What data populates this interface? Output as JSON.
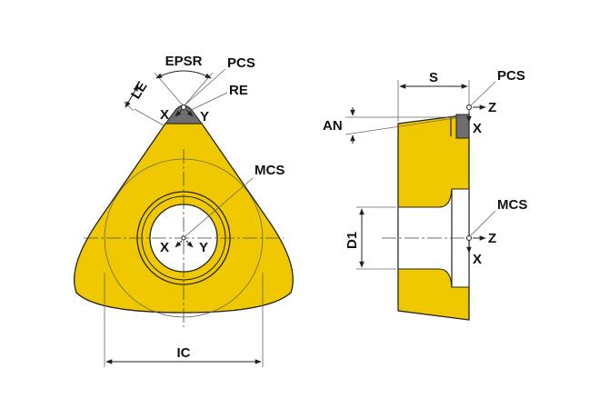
{
  "labels": {
    "epsr": "EPSR",
    "pcs_front": "PCS",
    "re": "RE",
    "le": "LE",
    "x_tip": "X",
    "y_tip": "Y",
    "mcs_front": "MCS",
    "x_center": "X",
    "y_center": "Y",
    "ic": "IC",
    "s": "S",
    "pcs_side": "PCS",
    "z_top": "Z",
    "x_top": "X",
    "an": "AN",
    "mcs_side": "MCS",
    "d1": "D1",
    "z_mid": "Z",
    "x_mid": "X"
  },
  "colors": {
    "insert_fill": "#f0c800",
    "insert_edge": "#222222",
    "cutting_tip": "#6e6e6e",
    "background": "#ffffff"
  }
}
